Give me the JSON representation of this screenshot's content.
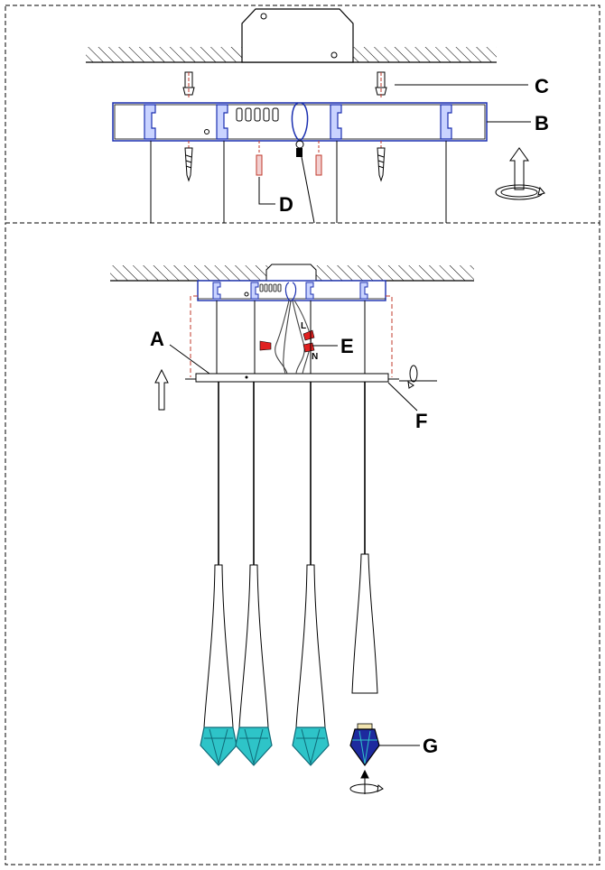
{
  "labels": {
    "a": "A",
    "b": "B",
    "c": "C",
    "d": "D",
    "e": "E",
    "f": "F",
    "g": "G"
  },
  "wire_labels": {
    "live": "L",
    "neutral": "N"
  },
  "colors": {
    "line": "#000000",
    "bracket": "#1a2fb0",
    "bracket_fill": "#c9d3ff",
    "crystal": "#2ec4c8",
    "crystal_dark": "#0f6a78",
    "crystal_blue": "#1d2a9e",
    "wire_nut": "#e02020",
    "anchor": "#c0392b",
    "guide": "#c0392b"
  },
  "icons": {
    "up_arrow": "up-arrow-icon",
    "rotate": "rotate-arrow-icon",
    "crystal": "crystal-shade-icon"
  }
}
